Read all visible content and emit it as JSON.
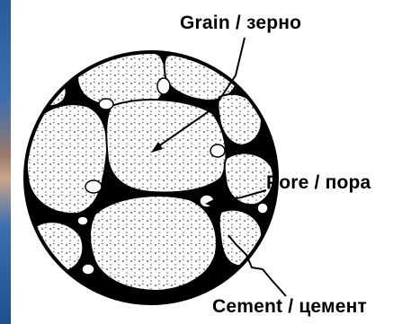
{
  "labels": {
    "grain": "Grain / зерно",
    "pore": "Pore / пора",
    "cement": "Cement / цемент"
  },
  "colors": {
    "ink": "#000000",
    "paper": "#ffffff",
    "edge_blue": "#2a5c9a"
  },
  "diagram": {
    "description_icons": [
      "grain-particle",
      "pore-space",
      "cement-matrix"
    ]
  }
}
